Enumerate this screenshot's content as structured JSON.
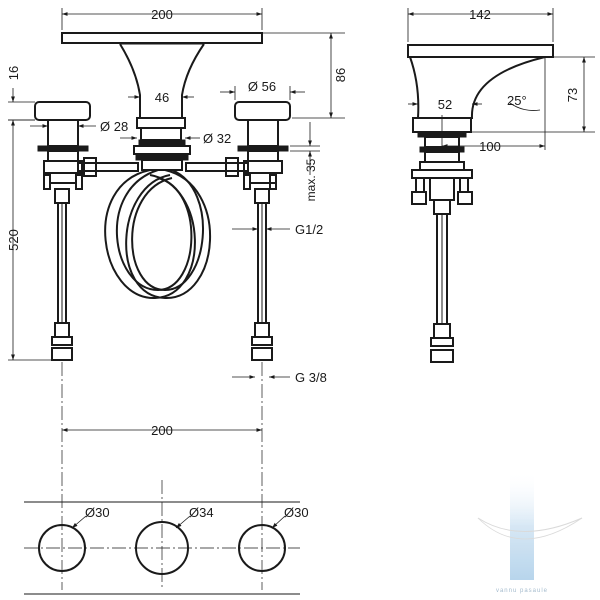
{
  "dimensions": {
    "top_width": "200",
    "side_width": "142",
    "spout_height": "86",
    "handle_top": "16",
    "spout_neck": "46",
    "handle_dia": "Ø 56",
    "side_spout_neck": "52",
    "angle": "25°",
    "side_height": "73",
    "stem_dia": "Ø 28",
    "spout_stem_dia": "Ø 32",
    "reach": "100",
    "max_thickness": "max. 35",
    "total_height": "520",
    "inlet_thread": "G1/2",
    "outlet_thread": "G 3/8",
    "bottom_spacing": "200",
    "hole_left": "Ø30",
    "hole_center": "Ø34",
    "hole_right": "Ø30"
  },
  "watermark": "vannu pasaule"
}
